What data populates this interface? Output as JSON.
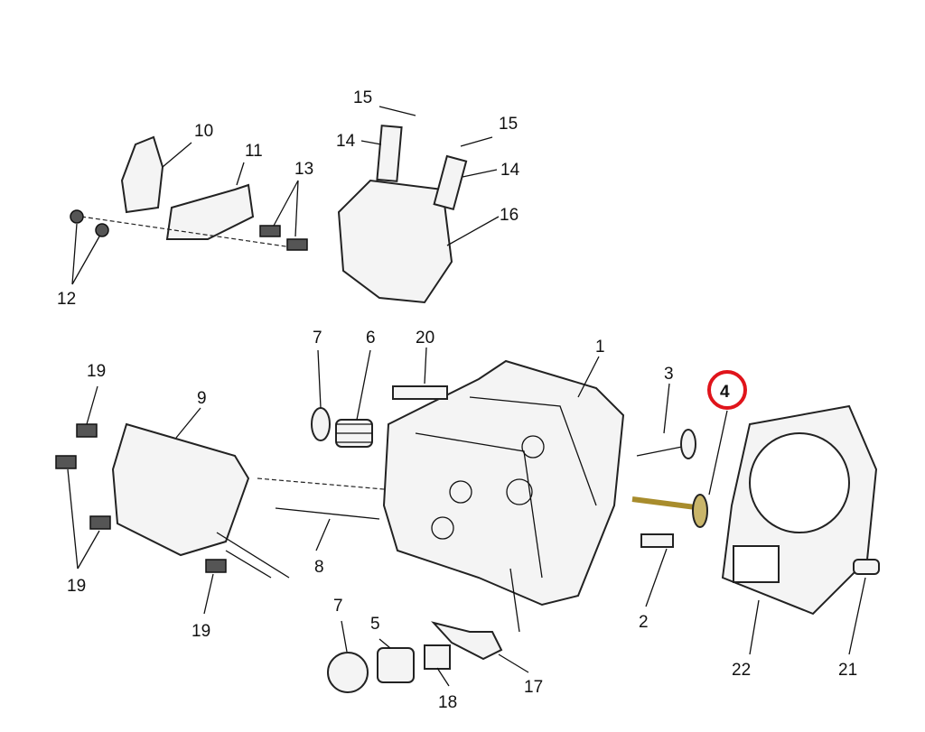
{
  "diagram": {
    "highlight_color": "#e0141b",
    "highlighted_callout": "4",
    "callouts": {
      "c15a": "15",
      "c15b": "15",
      "c14a": "14",
      "c14b": "14",
      "c10": "10",
      "c11": "11",
      "c13": "13",
      "c16": "16",
      "c12": "12",
      "c7a": "7",
      "c6": "6",
      "c20": "20",
      "c1": "1",
      "c3": "3",
      "c4": "4",
      "c19a": "19",
      "c9": "9",
      "c19b": "19",
      "c19c": "19",
      "c8": "8",
      "c2": "2",
      "c22": "22",
      "c21": "21",
      "c7b": "7",
      "c5": "5",
      "c18": "18",
      "c17": "17"
    }
  }
}
